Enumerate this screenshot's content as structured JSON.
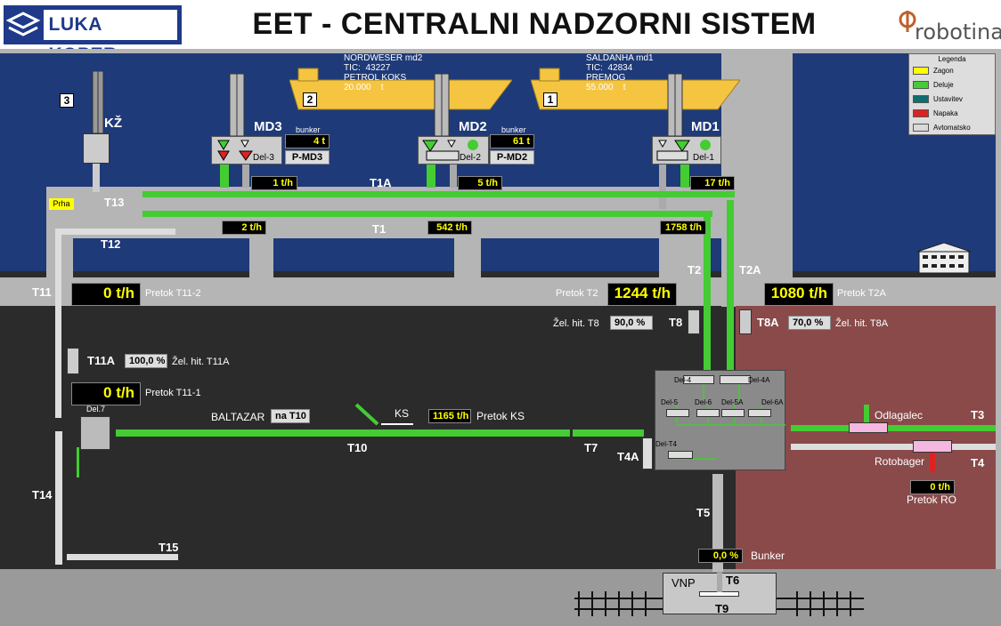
{
  "header": {
    "logo_left": "LUKA KOPER",
    "title": "EET - CENTRALNI NADZORNI SISTEM",
    "logo_right": "robotina"
  },
  "legend": {
    "title": "Legenda",
    "items": [
      {
        "label": "Zagon",
        "color": "#ffff00"
      },
      {
        "label": "Deluje",
        "color": "#44cc33"
      },
      {
        "label": "Ustavitev",
        "color": "#0e6e6e"
      },
      {
        "label": "Napaka",
        "color": "#dd2222"
      },
      {
        "label": "Avtomatsko",
        "color": "#d9d9d9"
      }
    ]
  },
  "ships": {
    "ship1": {
      "number": "1",
      "info": "SALDANHA md1\nTIC:  42834\nPREMOG\n55.000    t"
    },
    "ship2": {
      "number": "2",
      "info": "NORDWESER md2\nTIC:  43227\nPETROL KOKS\n20.000    t"
    },
    "ship3": {
      "number": "3"
    }
  },
  "cranes": {
    "kz": "KŽ",
    "md3": {
      "label": "MD3",
      "del": "Del-3",
      "bunker_label": "bunker",
      "bunker_value": "4  t",
      "button": "P-MD3",
      "rate": "1  t/h"
    },
    "md2": {
      "label": "MD2",
      "del": "Del-2",
      "bunker_label": "bunker",
      "bunker_value": "61  t",
      "button": "P-MD2",
      "rate": "5  t/h"
    },
    "md1": {
      "label": "MD1",
      "del": "Del-1",
      "rate": "17  t/h"
    }
  },
  "conveyors": {
    "t1a": "T1A",
    "t1": "T1",
    "t13": "T13",
    "t12": "T12",
    "t11": "T11",
    "t11a": "T11A",
    "t2": "T2",
    "t2a": "T2A",
    "t8": "T8",
    "t8a": "T8A",
    "t10": "T10",
    "t7": "T7",
    "t4a": "T4A",
    "t14": "T14",
    "t15": "T15",
    "t5": "T5",
    "t6": "T6",
    "t9": "T9",
    "t3": "T3",
    "t4": "T4",
    "prha": "Prha",
    "del7": "Del.7"
  },
  "rates": {
    "t1_md3": "2  t/h",
    "t1_md2": "542  t/h",
    "t1_md1": "1758  t/h",
    "pretok_t11_2_value": "0  t/h",
    "pretok_t11_2_label": "Pretok T11-2",
    "pretok_t2_label": "Pretok T2",
    "pretok_t2_value": "1244  t/h",
    "pretok_t2a_value": "1080  t/h",
    "pretok_t2a_label": "Pretok T2A",
    "pretok_t11_1_value": "0  t/h",
    "pretok_t11_1_label": "Pretok T11-1",
    "pretok_ks_value": "1165  t/h",
    "pretok_ks_label": "Pretok KS",
    "pretok_ro_value": "0  t/h",
    "pretok_ro_label": "Pretok RO"
  },
  "setpoints": {
    "t8_label": "Žel. hit. T8",
    "t8_value": "90,0  %",
    "t8a_value": "70,0  %",
    "t8a_label": "Žel. hit. T8A",
    "t11a_value": "100,0  %",
    "t11a_label": "Žel. hit. T11A"
  },
  "misc": {
    "baltazar": "BALTAZAR",
    "na_t10": "na T10",
    "ks": "KS",
    "odlagalec": "Odlagalec",
    "rotobager": "Rotobager",
    "bunker_label": "Bunker",
    "bunker_value": "0,0  %",
    "vnp": "VNP"
  },
  "hub": {
    "del4": "Del-4",
    "del4a": "Del-4A",
    "del5": "Del-5",
    "del6": "Del-6",
    "del5a": "Del-5A",
    "del6a": "Del-6A",
    "delt4": "Del-T4"
  }
}
